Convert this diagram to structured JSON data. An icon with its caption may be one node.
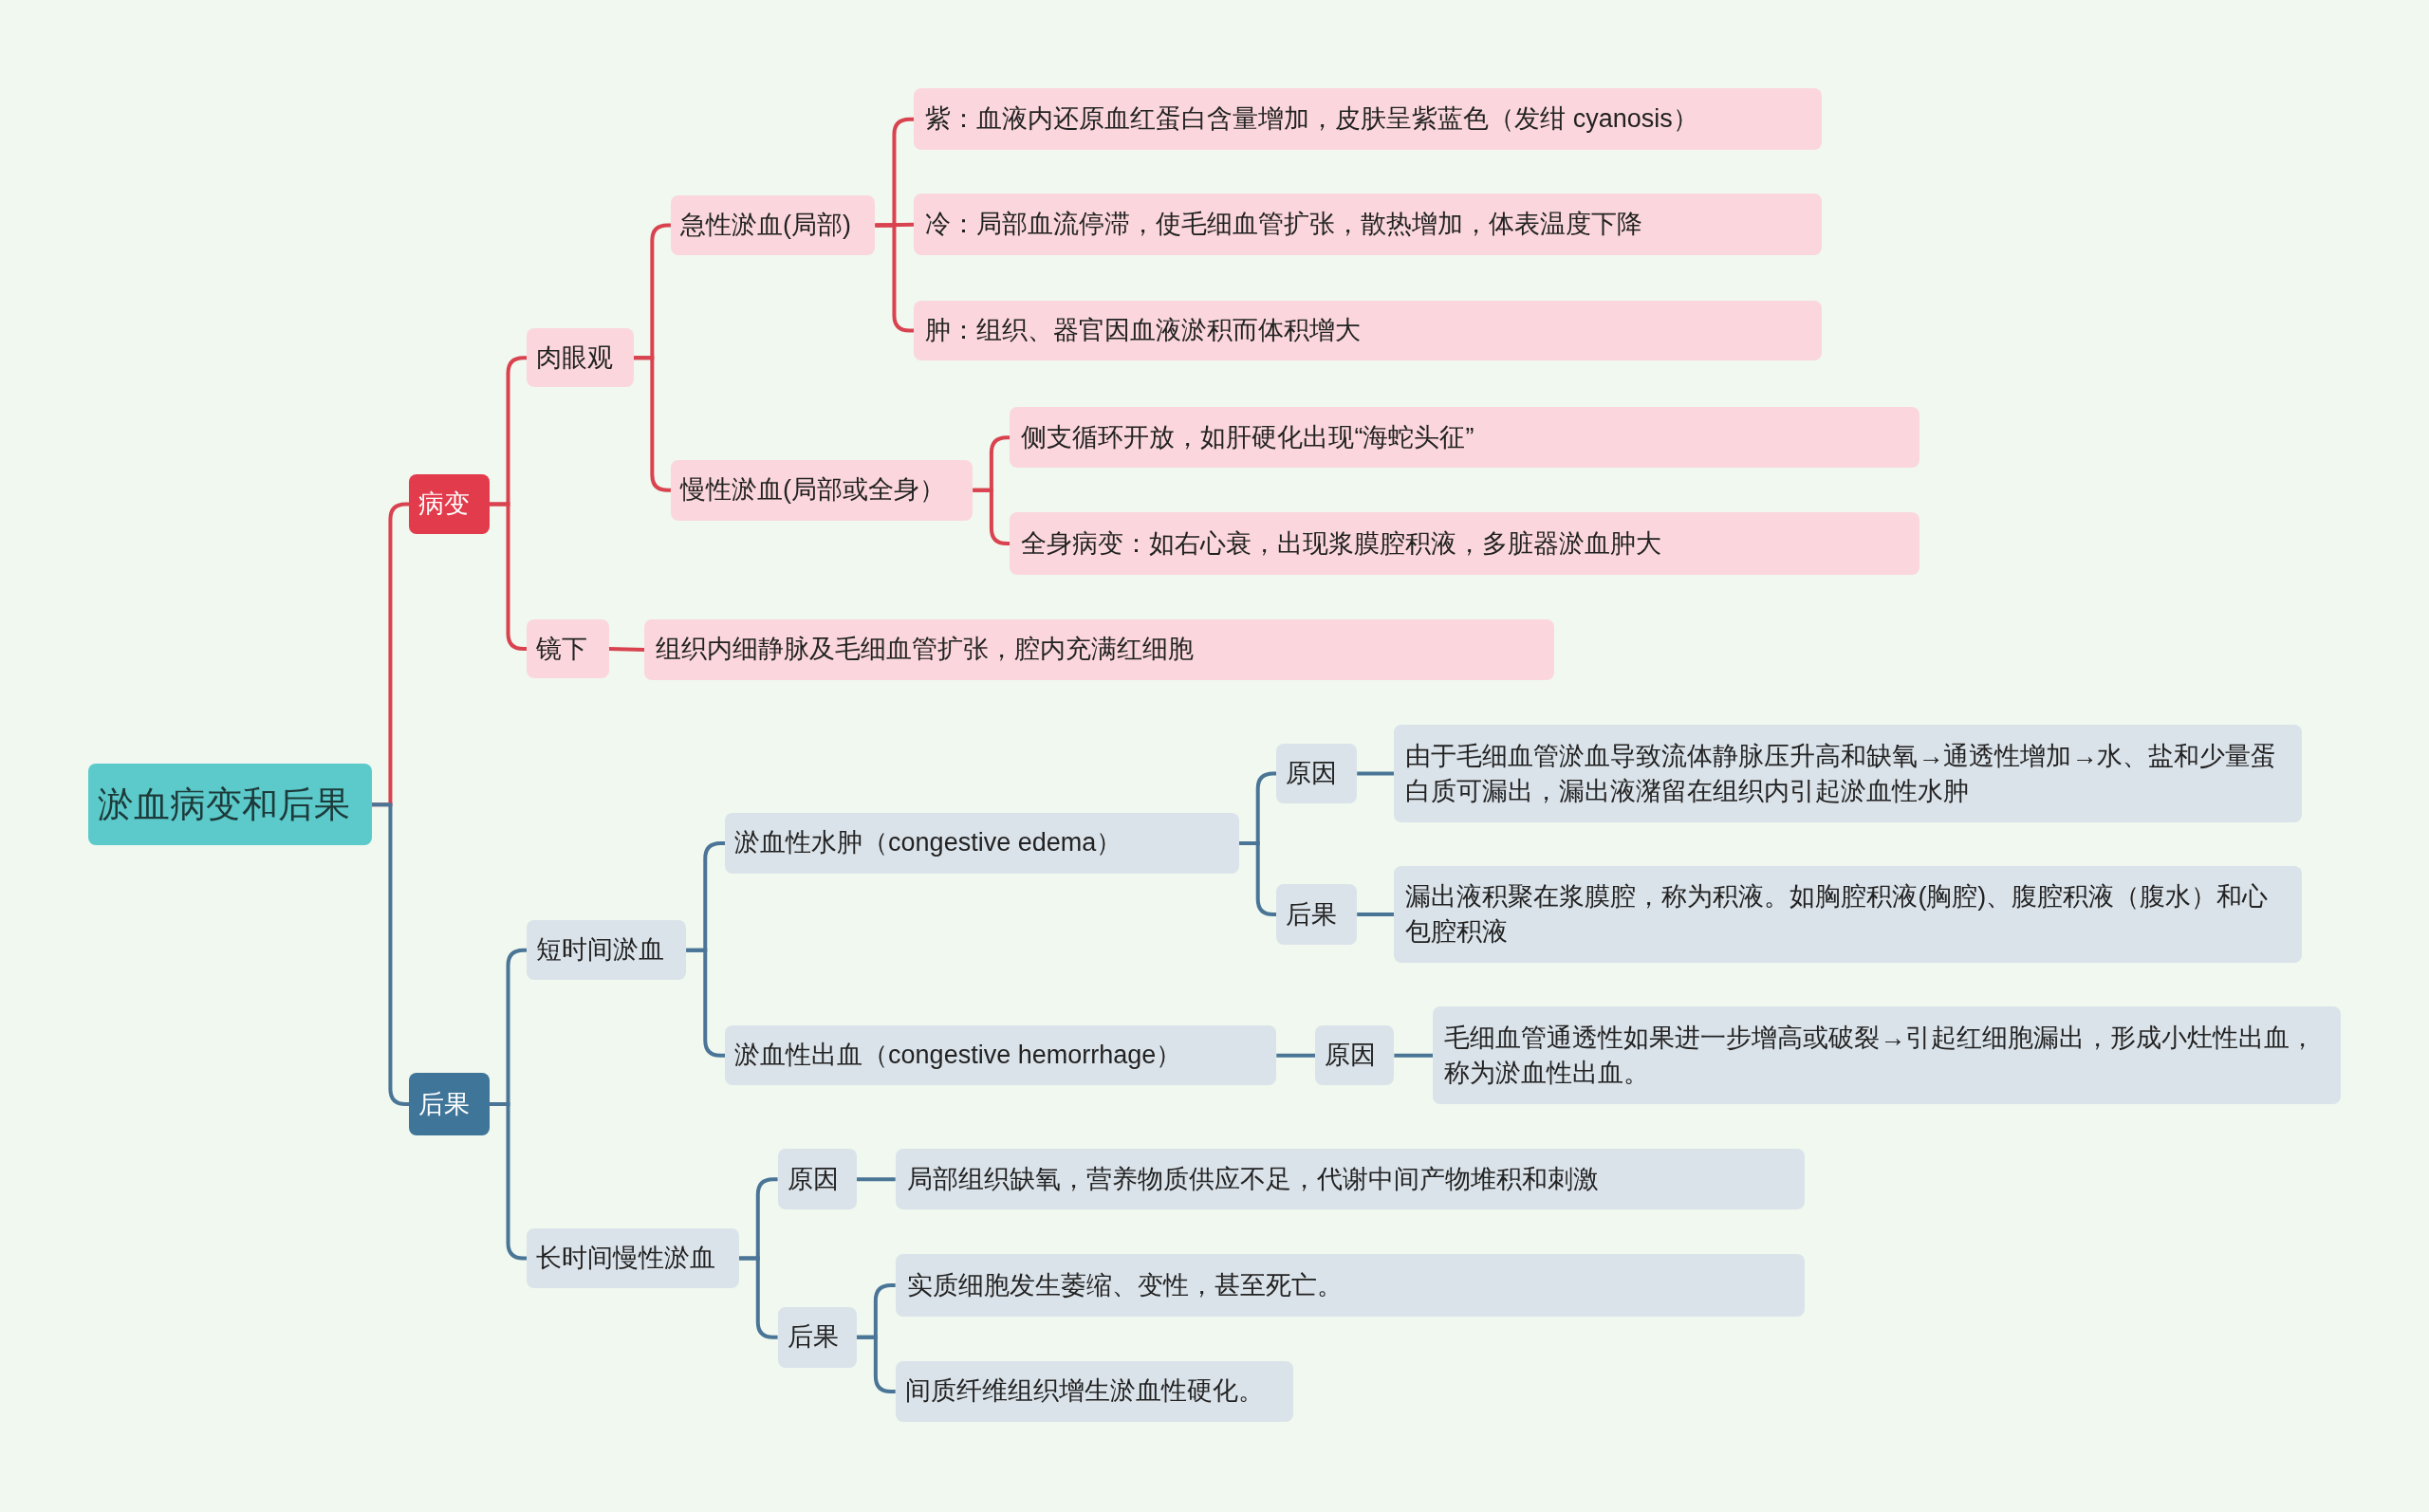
{
  "diagram": {
    "nodes": [
      {
        "text": [
          "淤血病变和后果"
        ]
      },
      {
        "text": [
          "病变"
        ]
      },
      {
        "text": [
          "肉眼观"
        ]
      },
      {
        "text": [
          "急性淤血(局部)"
        ]
      },
      {
        "text": [
          "紫：血液内还原血红蛋白含量增加，皮肤呈紫蓝色（发绀 cyanosis）"
        ]
      },
      {
        "text": [
          "冷：局部血流停滞，使毛细血管扩张，散热增加，体表温度下降"
        ]
      },
      {
        "text": [
          "肿：组织、器官因血液淤积而体积增大"
        ]
      },
      {
        "text": [
          "慢性淤血(局部或全身）"
        ]
      },
      {
        "text": [
          "侧支循环开放，如肝硬化出现“海蛇头征”"
        ]
      },
      {
        "text": [
          "全身病变：如右心衰，出现浆膜腔积液，多脏器淤血肿大"
        ]
      },
      {
        "text": [
          "镜下"
        ]
      },
      {
        "text": [
          "组织内细静脉及毛细血管扩张，腔内充满红细胞"
        ]
      },
      {
        "text": [
          "后果"
        ]
      },
      {
        "text": [
          "短时间淤血"
        ]
      },
      {
        "text": [
          "淤血性水肿（congestive edema）"
        ]
      },
      {
        "text": [
          "原因"
        ]
      },
      {
        "text": [
          "由于毛细血管淤血导致流体静脉压升高和缺氧→通透性增加→水、盐和少量蛋白质可漏出，漏出液潴留在组织内引起淤血性水肿"
        ]
      },
      {
        "text": [
          "后果"
        ]
      },
      {
        "text": [
          "漏出液积聚在浆膜腔，称为积液。如胸腔积液(胸腔)、腹腔积液（腹水）和心包腔积液"
        ]
      },
      {
        "text": [
          "淤血性出血（congestive hemorrhage）"
        ]
      },
      {
        "text": [
          "原因"
        ]
      },
      {
        "text": [
          "毛细血管通透性如果进一步增高或破裂→引起红细胞漏出，形成小灶性出血，称为淤血性出血。"
        ]
      },
      {
        "text": [
          "长时间慢性淤血"
        ]
      },
      {
        "text": [
          "原因"
        ]
      },
      {
        "text": [
          "局部组织缺氧，营养物质供应不足，代谢中间产物堆积和刺激"
        ]
      },
      {
        "text": [
          "后果"
        ]
      },
      {
        "text": [
          "实质细胞发生萎缩、变性，甚至死亡。"
        ]
      },
      {
        "text": [
          "间质纤维组织增生淤血性硬化。"
        ]
      }
    ],
    "edges": [
      {
        "from": 0,
        "to": 1,
        "arrow": "none",
        "color": "#d9434f"
      },
      {
        "from": 1,
        "to": 2,
        "arrow": "none",
        "color": "#d9434f"
      },
      {
        "from": 2,
        "to": 3,
        "arrow": "none",
        "color": "#d9434f"
      },
      {
        "from": 3,
        "to": 4,
        "arrow": "none",
        "color": "#d9434f"
      },
      {
        "from": 3,
        "to": 5,
        "arrow": "none",
        "color": "#d9434f"
      },
      {
        "from": 3,
        "to": 6,
        "arrow": "none",
        "color": "#d9434f"
      },
      {
        "from": 2,
        "to": 7,
        "arrow": "none",
        "color": "#d9434f"
      },
      {
        "from": 7,
        "to": 8,
        "arrow": "none",
        "color": "#d9434f"
      },
      {
        "from": 7,
        "to": 9,
        "arrow": "none",
        "color": "#d9434f"
      },
      {
        "from": 1,
        "to": 10,
        "arrow": "none",
        "color": "#d9434f"
      },
      {
        "from": 10,
        "to": 11,
        "arrow": "none",
        "color": "#d9434f"
      },
      {
        "from": 0,
        "to": 12,
        "arrow": "none"
      },
      {
        "from": 12,
        "to": 13,
        "arrow": "none"
      },
      {
        "from": 13,
        "to": 14,
        "arrow": "none"
      },
      {
        "from": 14,
        "to": 15,
        "arrow": "none"
      },
      {
        "from": 15,
        "to": 16,
        "arrow": "none"
      },
      {
        "from": 14,
        "to": 17,
        "arrow": "none"
      },
      {
        "from": 17,
        "to": 18,
        "arrow": "none"
      },
      {
        "from": 13,
        "to": 19,
        "arrow": "none"
      },
      {
        "from": 19,
        "to": 20,
        "arrow": "none"
      },
      {
        "from": 20,
        "to": 21,
        "arrow": "none"
      },
      {
        "from": 12,
        "to": 22,
        "arrow": "none"
      },
      {
        "from": 22,
        "to": 23,
        "arrow": "none"
      },
      {
        "from": 23,
        "to": 24,
        "arrow": "none"
      },
      {
        "from": 22,
        "to": 25,
        "arrow": "none"
      },
      {
        "from": 25,
        "to": 26,
        "arrow": "none"
      },
      {
        "from": 25,
        "to": 27,
        "arrow": "none"
      }
    ]
  }
}
